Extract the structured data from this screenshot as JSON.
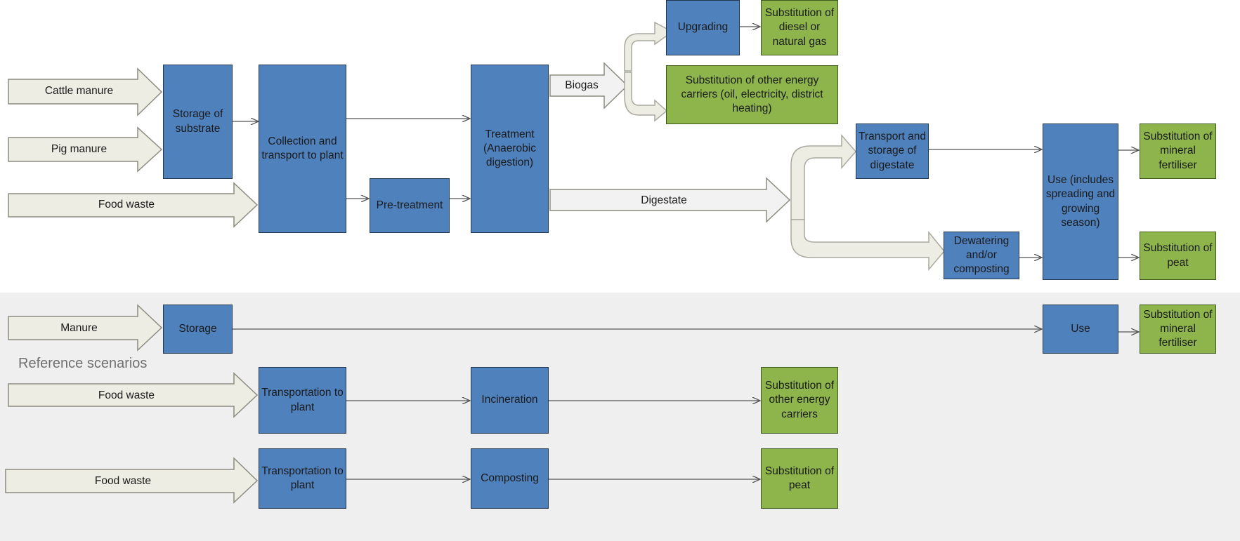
{
  "section_label": "Reference scenarios",
  "main": {
    "inputs": {
      "cattle_manure": "Cattle manure",
      "pig_manure": "Pig manure",
      "food_waste": "Food waste"
    },
    "boxes": {
      "storage_of_substrate": "Storage of substrate",
      "collection_transport": "Collection and transport to plant",
      "pretreatment": "Pre-treatment",
      "treatment": "Treatment (Anaerobic digestion)",
      "upgrading": "Upgrading",
      "transport_storage_digestate": "Transport and storage of digestate",
      "dewatering_composting": "Dewatering and/or composting",
      "use": "Use (includes spreading and growing season)"
    },
    "outputs": {
      "sub_diesel": "Substitution of diesel or natural gas",
      "sub_other_energy": "Substitution of other energy carriers (oil, electricity, district heating)",
      "sub_mineral_fertiliser": "Substitution of mineral fertiliser",
      "sub_peat": "Substitution of peat"
    },
    "flows": {
      "biogas": "Biogas",
      "digestate": "Digestate"
    }
  },
  "reference": {
    "manure": {
      "input": "Manure",
      "storage": "Storage",
      "use": "Use",
      "output": "Substitution of mineral fertiliser"
    },
    "incineration": {
      "input": "Food waste",
      "transport": "Transportation to plant",
      "process": "Incineration",
      "output": "Substitution of other energy carriers"
    },
    "composting": {
      "input": "Food waste",
      "transport": "Transportation to plant",
      "process": "Composting",
      "output": "Substitution of peat"
    }
  },
  "colors": {
    "process_box": "#4f81bd",
    "output_box": "#8db54c",
    "input_arrow": "#eeede4",
    "flow_arrow": "#f2f2f2",
    "reference_background": "#efefef",
    "connector": "#555555"
  }
}
